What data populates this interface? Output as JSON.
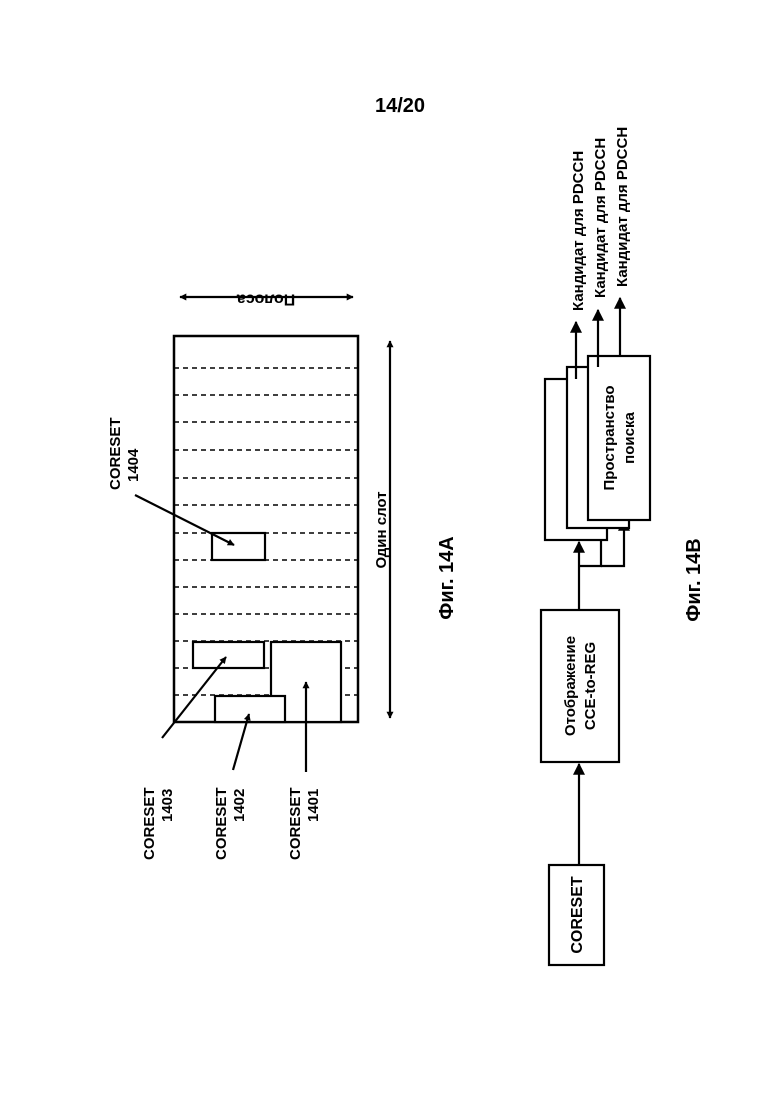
{
  "page_number": "14/20",
  "fig_a": {
    "caption": "Фиг. 14A",
    "bandwidth_label": "Полоса",
    "slot_label": "Один слот",
    "coresets": [
      {
        "name": "CORESET",
        "id": "1401"
      },
      {
        "name": "CORESET",
        "id": "1402"
      },
      {
        "name": "CORESET",
        "id": "1403"
      },
      {
        "name": "CORESET",
        "id": "1404"
      }
    ]
  },
  "fig_b": {
    "caption": "Фиг. 14B",
    "coreset_box": "CORESET",
    "mapping_box": {
      "line1": "Отображение",
      "line2": "CCE-to-REG"
    },
    "search_space_box": {
      "line1": "Пространство",
      "line2": "поиска"
    },
    "candidates": [
      "Кандидат для PDCCH",
      "Кандидат для PDCCH",
      "Кандидат для PDCCH"
    ]
  }
}
